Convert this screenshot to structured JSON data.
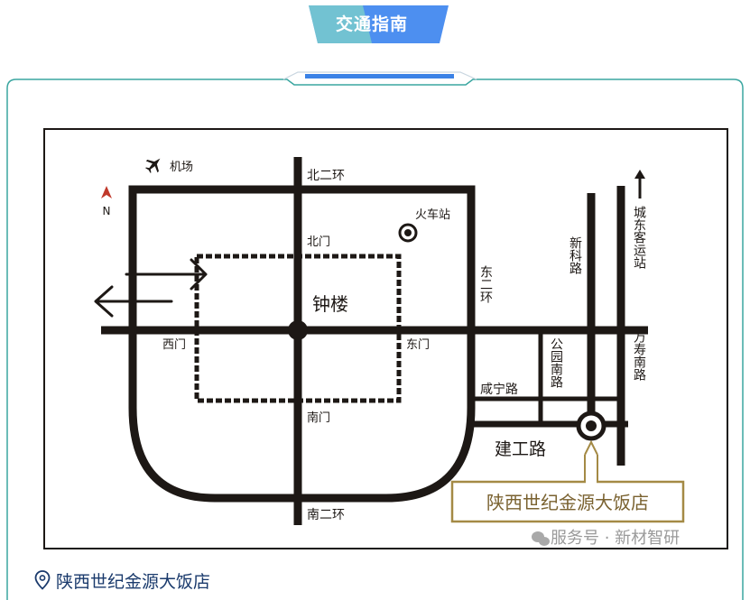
{
  "header": {
    "title": "交通指南"
  },
  "map": {
    "north_label": "N",
    "labels": {
      "airport": "机场",
      "north_second_ring": "北二环",
      "railway_station": "火车站",
      "north_gate": "北门",
      "bell_tower": "钟楼",
      "east_second_ring": "东二环",
      "west_gate": "西门",
      "east_gate": "东门",
      "south_gate": "南门",
      "xianning_road": "咸宁路",
      "jiangong_road": "建工路",
      "south_second_ring": "南二环",
      "xinke_road": "新科路",
      "park_south_road": "公园南路",
      "east_bus_station": "城东客运站",
      "wanshou_south_road": "万寿南路"
    },
    "hotel_label": "陕西世纪金源大饭店",
    "watermark": "服务号 · 新材智研"
  },
  "caption": {
    "text": "陕西世纪金源大饭店"
  },
  "colors": {
    "road": "#1d1815",
    "hotel_border": "#a48a45",
    "hotel_text": "#7a6230",
    "accent": "#3b82e6",
    "north": "#c0392b"
  }
}
